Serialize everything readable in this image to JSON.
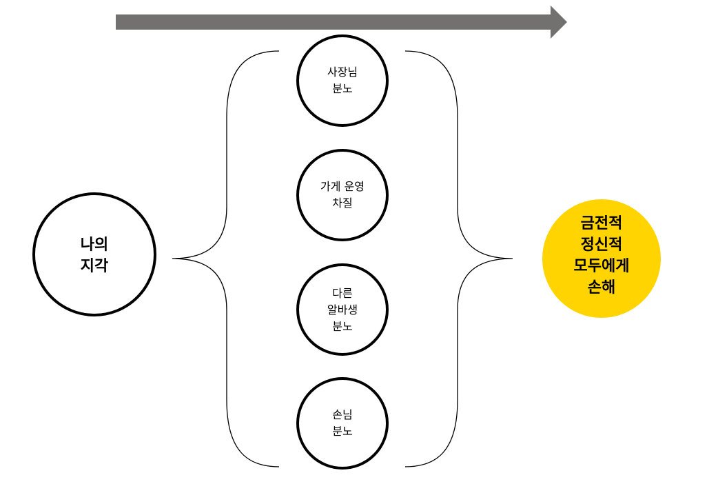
{
  "diagram": {
    "start_node": {
      "lines": [
        "나의",
        "지각"
      ]
    },
    "middle_nodes": [
      {
        "lines": [
          "사장님",
          "분노"
        ]
      },
      {
        "lines": [
          "가게 운영",
          "차질"
        ]
      },
      {
        "lines": [
          "다른",
          "알바생",
          "분노"
        ]
      },
      {
        "lines": [
          "손님",
          "분노"
        ]
      }
    ],
    "result_node": {
      "lines": [
        "금전적",
        "정신적",
        "모두에게",
        "손해"
      ],
      "color": "#FFD400"
    },
    "arrow_color": "#737070"
  }
}
